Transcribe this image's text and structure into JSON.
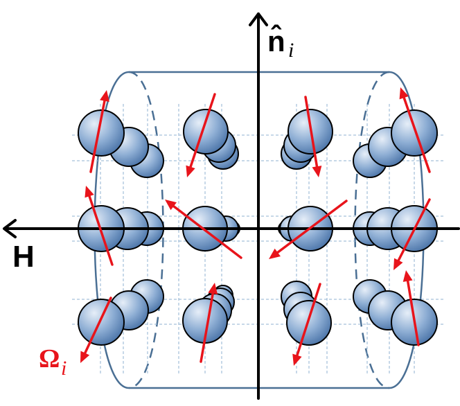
{
  "labels": {
    "normal_axis": "n̂",
    "normal_subscript": "i",
    "field_axis": "H",
    "angular_velocity": "Ω",
    "angular_velocity_subscript": "i"
  },
  "colors": {
    "sphere_fill": "#7a9cc6",
    "sphere_stroke": "#000000",
    "cylinder_stroke": "#4a6f94",
    "grid_stroke": "#8fb0d0",
    "arrow_red": "#e8141b",
    "axis_black": "#000000"
  }
}
